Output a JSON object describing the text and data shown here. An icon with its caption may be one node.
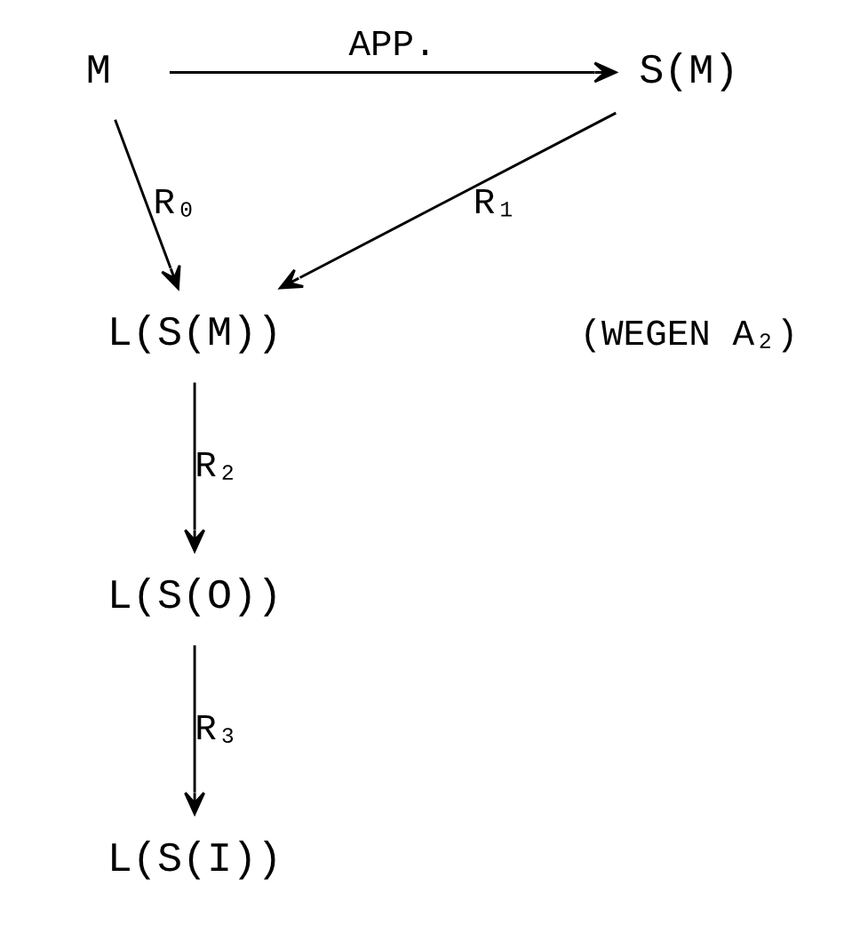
{
  "diagram": {
    "nodes": [
      {
        "text": [
          "M"
        ]
      },
      {
        "text": [
          "S(M)"
        ]
      },
      {
        "text": [
          "L(S(M))"
        ]
      },
      {
        "text": [
          "L(S(O))"
        ]
      },
      {
        "text": [
          "L(S(I))"
        ]
      }
    ],
    "edges": [
      {
        "from": 0,
        "to": 1,
        "arrow": "to",
        "label": "APP."
      },
      {
        "from": 1,
        "to": 2,
        "arrow": "to",
        "label": "R₁"
      },
      {
        "from": 0,
        "to": 2,
        "arrow": "to",
        "label": "R₀"
      },
      {
        "from": 2,
        "to": 3,
        "arrow": "to",
        "label": "R₂"
      },
      {
        "from": 3,
        "to": 4,
        "arrow": "to",
        "label": "R₃"
      }
    ],
    "labels": [
      "(WEGEN A₂)"
    ]
  }
}
